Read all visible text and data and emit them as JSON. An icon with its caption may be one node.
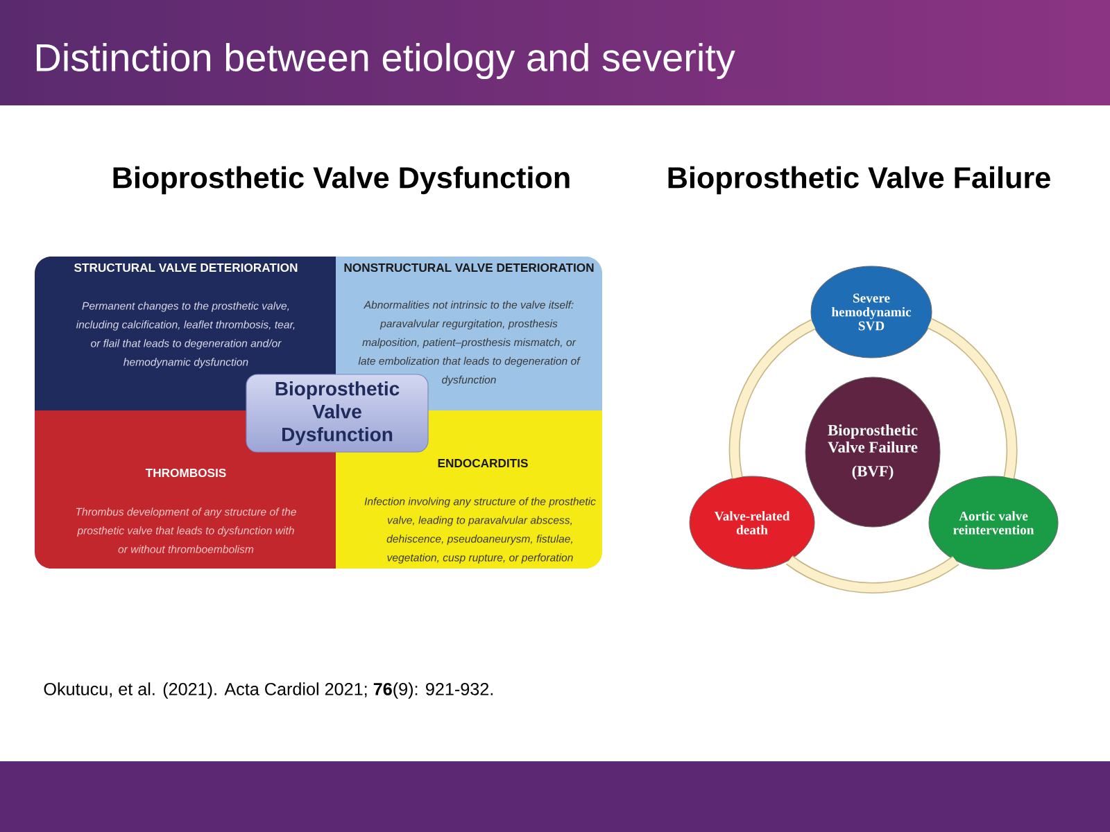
{
  "diagram": {
    "title": "Distinction between etiology and severity",
    "nodes": [
      {
        "text": [
          "STRUCTURAL VALVE DETERIORATION",
          "Permanent changes to the prosthetic valve, including calcification, leaflet thrombosis, tear, or flail that leads to degeneration and/or hemodynamic dysfunction"
        ]
      },
      {
        "text": [
          "NONSTRUCTURAL VALVE DETERIORATION",
          "Abnormalities not intrinsic to the valve itself: paravalvular regurgitation, prosthesis malposition, patient–prosthesis mismatch, or late embolization that leads to degeneration of dysfunction"
        ]
      },
      {
        "text": [
          "THROMBOSIS",
          "Thrombus development of any structure of the prosthetic valve that leads to dysfunction with or without thromboembolism"
        ]
      },
      {
        "text": [
          "ENDOCARDITIS",
          "Infection involving any structure of the prosthetic valve, leading to paravalvular abscess, dehiscence, pseudoaneurysm, fistulae, vegetation, cusp rupture, or perforation"
        ]
      },
      {
        "text": [
          "Bioprosthetic Valve Dysfunction"
        ]
      },
      {
        "text": [
          "Severe hemodynamic SVD"
        ]
      },
      {
        "text": [
          "Bioprosthetic Valve Failure",
          "(BVF)"
        ]
      },
      {
        "text": [
          "Valve-related death"
        ]
      },
      {
        "text": [
          "Aortic valve reintervention"
        ]
      }
    ],
    "edges": [
      {
        "from": 5,
        "to": 8,
        "arrow": "none"
      },
      {
        "from": 8,
        "to": 7,
        "arrow": "none"
      },
      {
        "from": 7,
        "to": 5,
        "arrow": "none"
      }
    ],
    "labels": [
      "Bioprosthetic Valve Dysfunction",
      "Bioprosthetic Valve Failure",
      "Okutucu, et al. (2021). Acta Cardiol 2021; **76**(9): 921-932."
    ]
  }
}
